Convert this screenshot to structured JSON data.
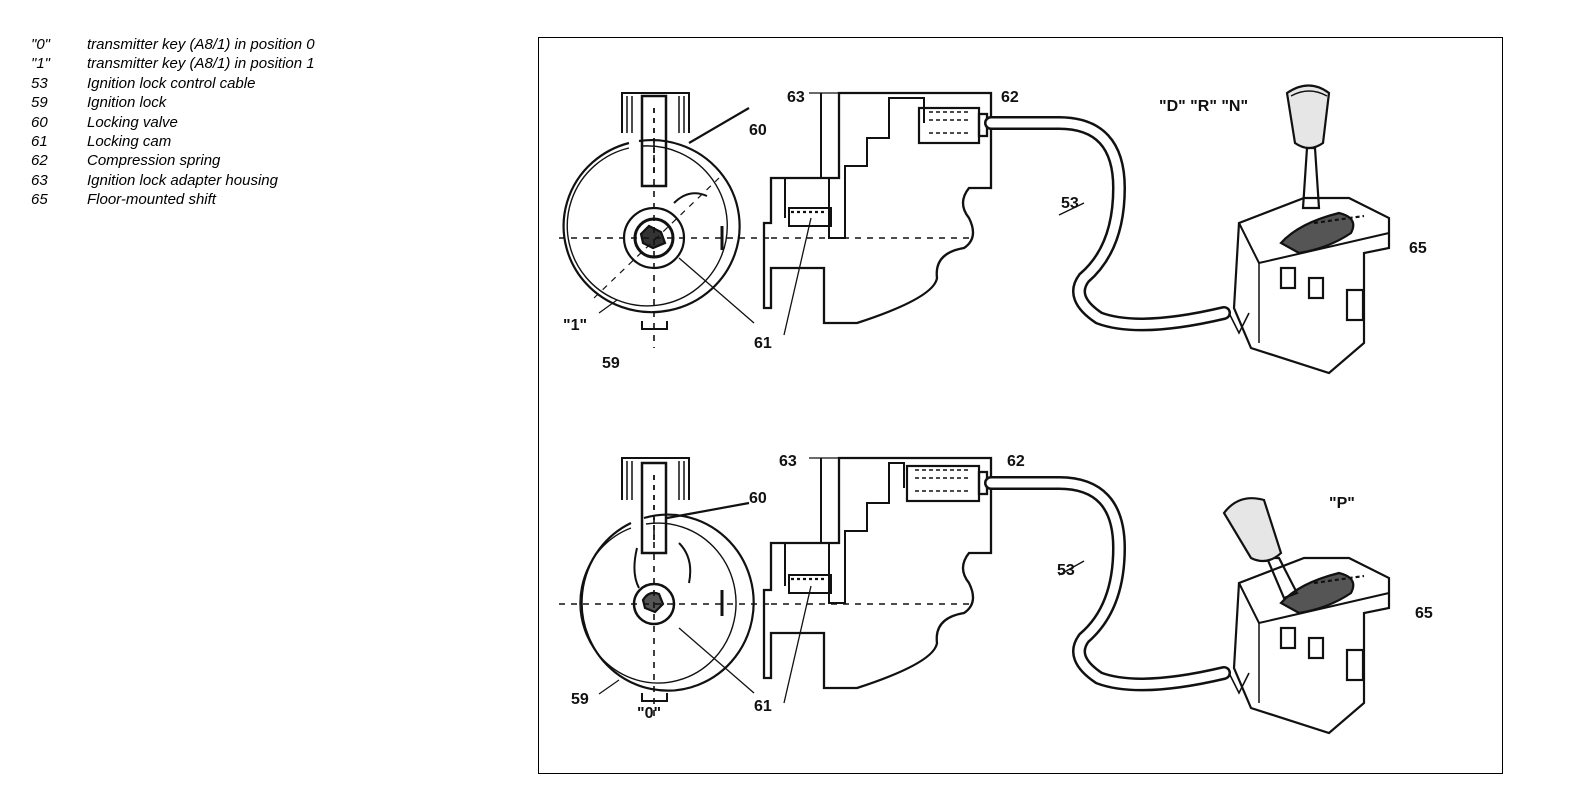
{
  "legend": [
    {
      "key": "\"0\"",
      "text": "transmitter key (A8/1) in position 0"
    },
    {
      "key": "\"1\"",
      "text": "transmitter key (A8/1) in position 1"
    },
    {
      "key": "53",
      "text": "Ignition lock control cable"
    },
    {
      "key": "59",
      "text": "Ignition lock"
    },
    {
      "key": "60",
      "text": "Locking valve"
    },
    {
      "key": "61",
      "text": "Locking cam"
    },
    {
      "key": "62",
      "text": "Compression spring"
    },
    {
      "key": "63",
      "text": "Ignition lock adapter housing"
    },
    {
      "key": "65",
      "text": "Floor-mounted shift"
    }
  ],
  "diagram": {
    "top": {
      "callouts": {
        "c63": "63",
        "c62": "62",
        "c60": "60",
        "c53": "53",
        "c65": "65",
        "c61": "61",
        "c59": "59"
      },
      "key_position": "\"1\"",
      "gear_label": "\"D\" \"R\" \"N\""
    },
    "bottom": {
      "callouts": {
        "c63": "63",
        "c62": "62",
        "c60": "60",
        "c53": "53",
        "c65": "65",
        "c61": "61",
        "c59": "59"
      },
      "key_position": "\"0\"",
      "gear_label": "\"P\""
    }
  }
}
